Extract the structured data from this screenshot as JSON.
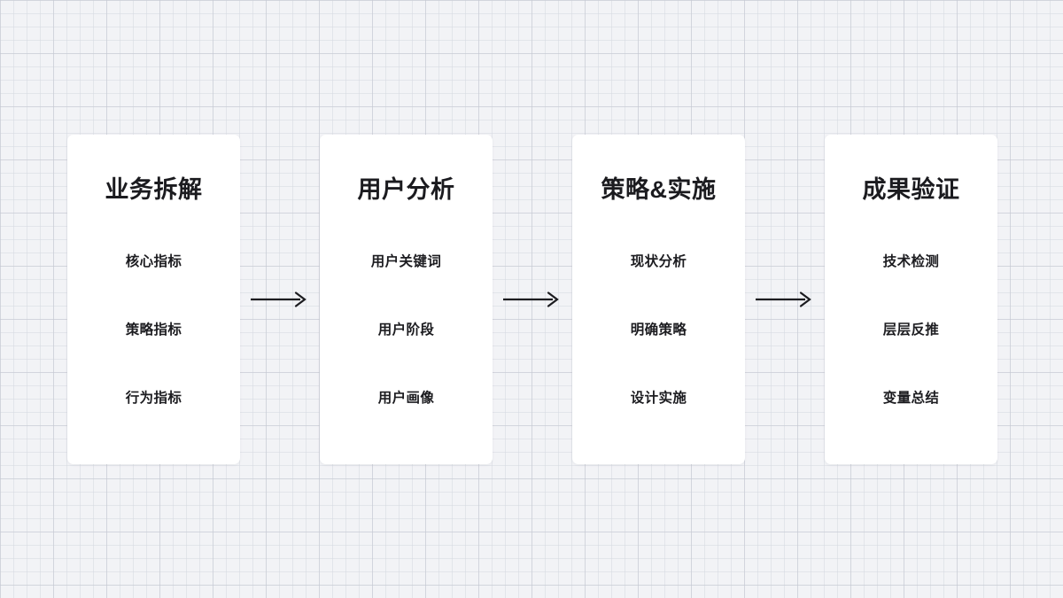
{
  "canvas": {
    "background_color": "#f2f3f6",
    "grid_minor_color": "#d6d9e1",
    "grid_major_color": "#c5c8d1",
    "card_background": "#ffffff",
    "text_color": "#1b1b1f",
    "arrow_color": "#1c1c20"
  },
  "diagram": {
    "type": "horizontal-process-flow",
    "step_count": 4,
    "connector_icon": "arrow-right-icon",
    "steps": [
      {
        "title": "业务拆解",
        "items": [
          "核心指标",
          "策略指标",
          "行为指标"
        ]
      },
      {
        "title": "用户分析",
        "items": [
          "用户关键词",
          "用户阶段",
          "用户画像"
        ]
      },
      {
        "title": "策略&实施",
        "items": [
          "现状分析",
          "明确策略",
          "设计实施"
        ]
      },
      {
        "title": "成果验证",
        "items": [
          "技术检测",
          "层层反推",
          "变量总结"
        ]
      }
    ]
  }
}
